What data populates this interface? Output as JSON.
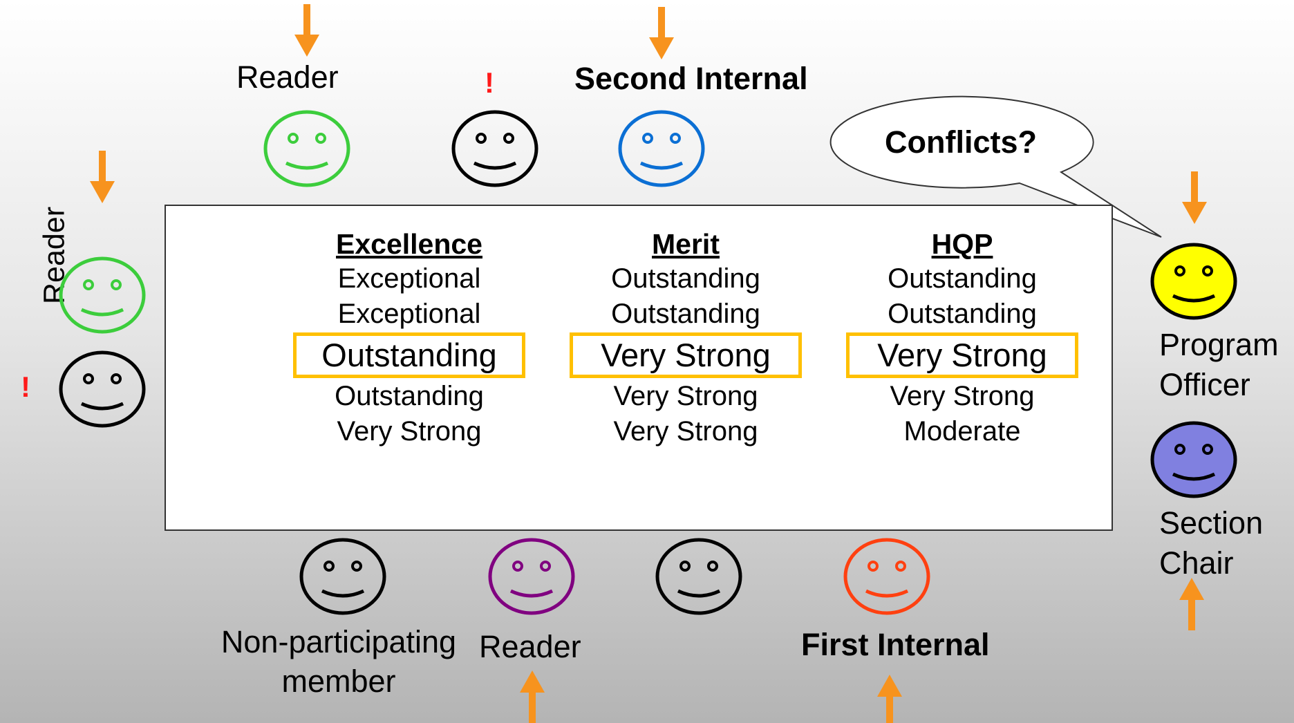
{
  "labels": {
    "reader_top": "Reader",
    "second_internal": "Second Internal",
    "reader_left": "Reader",
    "program_officer_line1": "Program",
    "program_officer_line2": "Officer",
    "section_chair_line1": "Section",
    "section_chair_line2": "Chair",
    "non_participating_line1": "Non-participating",
    "non_participating_line2": "member",
    "reader_bottom": "Reader",
    "first_internal": "First Internal",
    "bang": "!"
  },
  "bubble": {
    "text": "Conflicts?"
  },
  "ratings": {
    "columns": [
      {
        "header": "Excellence",
        "rows": [
          "Exceptional",
          "Exceptional",
          "Outstanding",
          "Outstanding",
          "Very Strong"
        ],
        "selected_index": 2
      },
      {
        "header": "Merit",
        "rows": [
          "Outstanding",
          "Outstanding",
          "Very Strong",
          "Very Strong",
          "Very Strong"
        ],
        "selected_index": 2
      },
      {
        "header": "HQP",
        "rows": [
          "Outstanding",
          "Outstanding",
          "Very Strong",
          "Very Strong",
          "Moderate"
        ],
        "selected_index": 2
      }
    ]
  },
  "colors": {
    "arrow": "#f7931e",
    "highlight": "#ffc000",
    "alert": "#ff1a1a",
    "face_green": "#3ccd3c",
    "face_black": "#000000",
    "face_blue": "#0b6fd4",
    "face_yellow": "#ffff00",
    "face_periwinkle": "#8080e0",
    "face_purple": "#800080",
    "face_orange_red": "#ff4010"
  },
  "icons": [
    "smiley-face-icon",
    "down-arrow-icon",
    "up-arrow-icon",
    "speech-bubble-icon",
    "exclamation-icon"
  ]
}
